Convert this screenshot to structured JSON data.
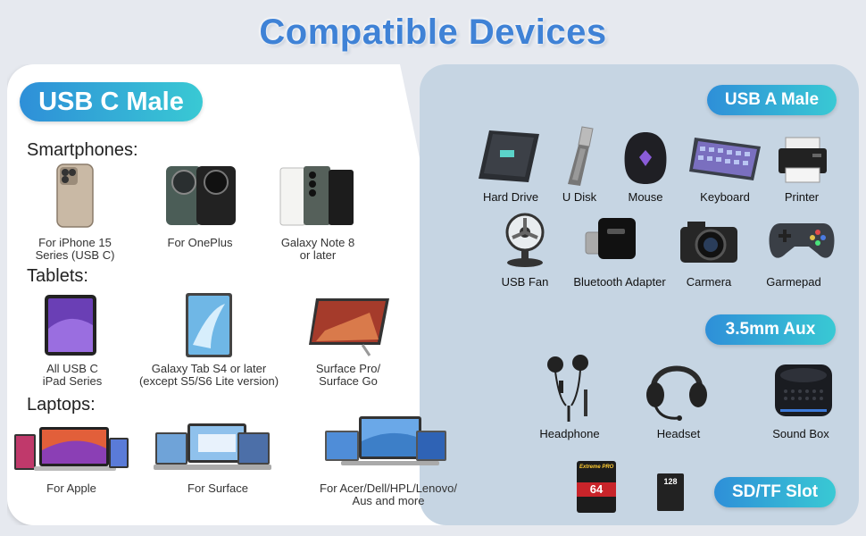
{
  "title": "Compatible Devices",
  "left": {
    "badge": "USB C Male",
    "smartphones_heading": "Smartphones:",
    "tablets_heading": "Tablets:",
    "laptops_heading": "Laptops:",
    "smartphones": [
      "For iPhone 15\nSeries (USB C)",
      "For OnePlus",
      "Galaxy Note 8\nor later"
    ],
    "tablets": [
      "All USB C\niPad Series",
      "Galaxy Tab S4 or later\n(except S5/S6 Lite version)",
      "Surface Pro/\nSurface Go"
    ],
    "laptops": [
      "For Apple",
      "For Surface",
      "For Acer/Dell/HPL/Lenovo/\nAus and more"
    ]
  },
  "right": {
    "usb_a_badge": "USB A Male",
    "usb_a_row1": [
      "Hard Drive",
      "U Disk",
      "Mouse",
      "Keyboard",
      "Printer"
    ],
    "usb_a_row2": [
      "USB Fan",
      "Bluetooth Adapter",
      "Carmera",
      "Garmepad"
    ],
    "aux_badge": "3.5mm Aux",
    "aux_items": [
      "Headphone",
      "Headset",
      "Sound Box"
    ],
    "sd_badge": "SD/TF Slot",
    "sd_card_label": "64",
    "sd_card_brand": "Extreme PRO",
    "tf_card_label": "128"
  },
  "colors": {
    "title": "#3f82d6",
    "badge_start": "#2e8fd8",
    "badge_end": "#39c9d4",
    "right_panel": "#c6d5e3"
  }
}
